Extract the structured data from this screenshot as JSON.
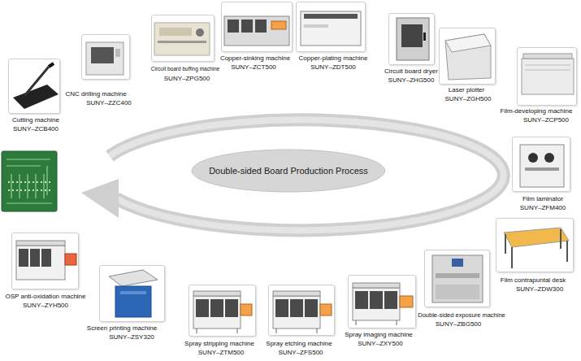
{
  "diagram": {
    "nodes": [
      {
        "text": [
          "Cutting machine",
          "SUNY–ZCB400"
        ]
      },
      {
        "text": [
          "CNC drilling machine",
          "SUNY–ZZC400"
        ]
      },
      {
        "text": [
          "Circuit board buffing machine",
          "SUNY–ZPG500"
        ]
      },
      {
        "text": [
          "Copper-sinking machine",
          "SUNY–ZCT500"
        ]
      },
      {
        "text": [
          "Copper-plating machine",
          "SUNY–ZDT500"
        ]
      },
      {
        "text": [
          "Circuit board dryer",
          "SUNY–ZHG500"
        ]
      },
      {
        "text": [
          "Laser plotter",
          "SUNY–ZGH500"
        ]
      },
      {
        "text": [
          "Film-developing machine",
          "SUNY–ZCP500"
        ]
      },
      {
        "text": [
          "Film laminator",
          "SUNY–ZFM400"
        ]
      },
      {
        "text": [
          "Film contrapuntal desk",
          "SUNY–ZDW300"
        ]
      },
      {
        "text": [
          "Double-sided exposure machine",
          "SUNY–ZBG500"
        ]
      },
      {
        "text": [
          "Spray imaging machine",
          "SUNY–ZXY500"
        ]
      },
      {
        "text": [
          "Spray etching machine",
          "SUNY–ZFS500"
        ]
      },
      {
        "text": [
          "Spray stripping machine",
          "SUNY–ZTM500"
        ]
      },
      {
        "text": [
          "Screen printing machine",
          "SUNY–ZSY320"
        ]
      },
      {
        "text": [
          "OSP anti-oxidation machine",
          "SUNY–ZYH500"
        ]
      },
      {
        "text": [
          "Double-sided Board Production Process"
        ]
      }
    ]
  }
}
